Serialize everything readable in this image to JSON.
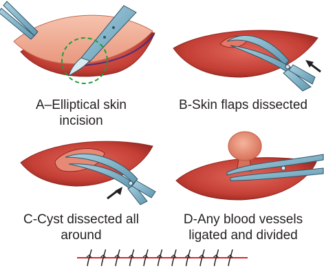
{
  "panels": {
    "a": {
      "line1": "A–Elliptical skin",
      "line2": "incision"
    },
    "b": {
      "line1": "B-Skin flaps dissected",
      "line2": ""
    },
    "c": {
      "line1": "C-Cyst dissected all",
      "line2": "around"
    },
    "d": {
      "line1": "D-Any blood vessels",
      "line2": "ligated and divided"
    }
  },
  "colors": {
    "skin_dark": "#a8322a",
    "skin_mid": "#c9473b",
    "skin_light": "#f0a48c",
    "flap_pink": "#f2b7a0",
    "cyst": "#e88f74",
    "instrument": "#7fb2c9",
    "instrument_dark": "#2f5566",
    "marker_green": "#1e9c3a",
    "incision_line": "#4a2c7a",
    "suture_line": "#d7262b",
    "arrow": "#231f20"
  },
  "icons": [
    "scalpel-icon",
    "scissors-icon",
    "forceps-icon",
    "arrow-icon",
    "suture-icon"
  ],
  "suture_stitch_count": 11
}
